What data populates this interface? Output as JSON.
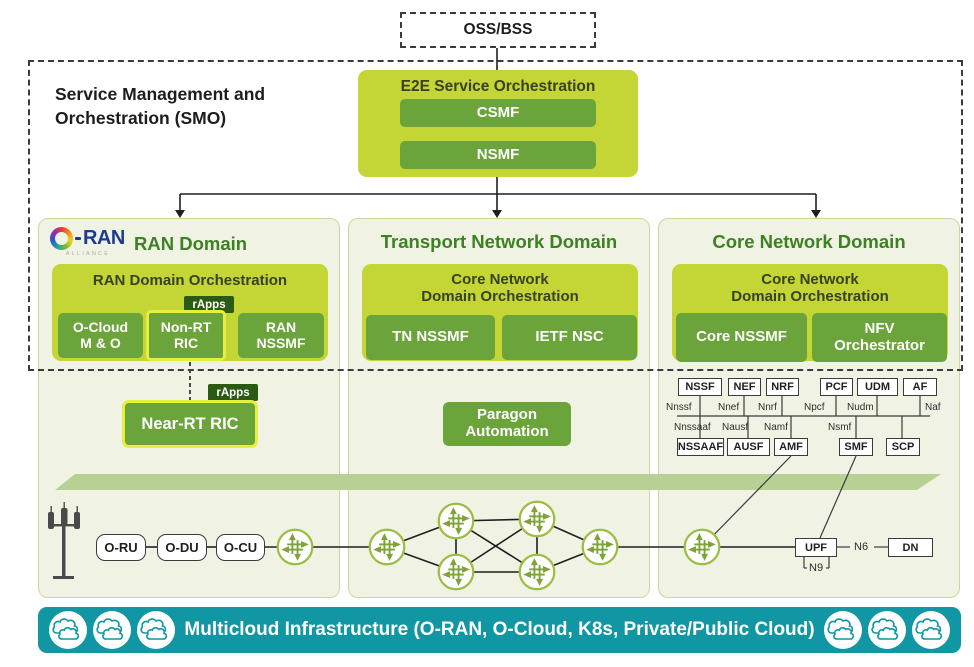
{
  "colors": {
    "chartreuse": "#c3d636",
    "green": "#6ba43a",
    "dark-green": "#2b5a12",
    "teal": "#1196a3",
    "domain-bg": "#f0f3e3",
    "domain-border": "#c9d89e",
    "band": "#b9d094",
    "highlight-yellow": "#e7ee3c",
    "title-green": "#3c8122",
    "navy": "#1b3d91",
    "line": "#1f1f1f"
  },
  "oss_bss": {
    "label": "OSS/BSS"
  },
  "smo": {
    "title_line1": "Service Management and",
    "title_line2": "Orchestration (SMO)",
    "e2e_title": "E2E Service Orchestration",
    "csmf": "CSMF",
    "nsmf": "NSMF"
  },
  "ran_domain": {
    "logo_ran": "RAN",
    "logo_alliance": "ALLIANCE",
    "title": "RAN Domain",
    "orch_title": "RAN Domain Orchestration",
    "tag_nonrt": "rApps",
    "boxes": [
      [
        "O-Cloud",
        "M & O"
      ],
      [
        "Non-RT",
        "RIC"
      ],
      [
        "RAN",
        "NSSMF"
      ]
    ],
    "tag_nearrt": "rApps",
    "near_rt": "Near-RT RIC"
  },
  "transport_domain": {
    "title": "Transport Network Domain",
    "orch_title": [
      "Core Network",
      "Domain Orchestration"
    ],
    "boxes": [
      "TN NSSMF",
      "IETF NSC"
    ],
    "paragon": [
      "Paragon",
      "Automation"
    ]
  },
  "core_domain": {
    "title": "Core Network Domain",
    "orch_title": [
      "Core Network",
      "Domain Orchestration"
    ],
    "core_nssmf": "Core NSSMF",
    "nfv": [
      "NFV",
      "Orchestrator"
    ],
    "nf_row1": [
      "NSSF",
      "NEF",
      "NRF",
      "PCF",
      "UDM",
      "AF"
    ],
    "if_row1": [
      "Nnssf",
      "Nnef",
      "Nnrf",
      "Npcf",
      "Nudm",
      "Naf"
    ],
    "if_row2": [
      "Nnssaaf",
      "Nausf",
      "Namf",
      "Nsmf"
    ],
    "nf_row2": [
      "NSSAAF",
      "AUSF",
      "AMF",
      "SMF",
      "SCP"
    ],
    "upf": "UPF",
    "dn": "DN",
    "n6": "N6",
    "n9": "N9"
  },
  "access": {
    "nodes": [
      "O-RU",
      "O-DU",
      "O-CU"
    ]
  },
  "infra": {
    "label": "Multicloud Infrastructure (O-RAN, O-Cloud, K8s, Private/Public Cloud)"
  }
}
